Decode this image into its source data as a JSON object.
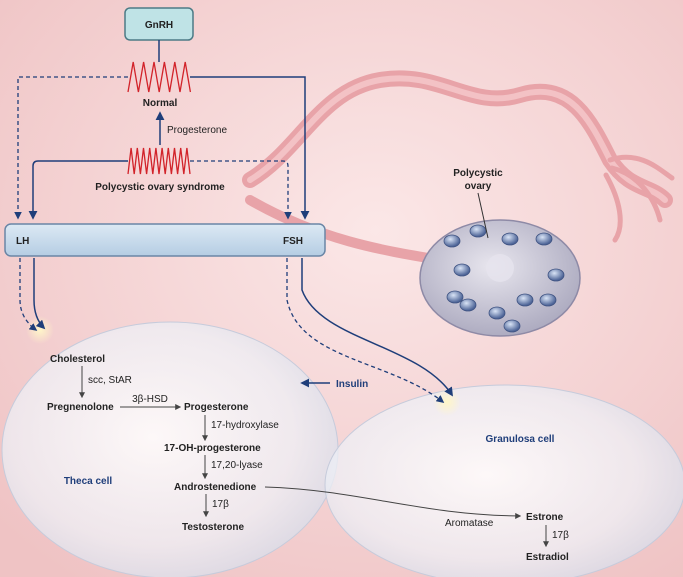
{
  "hormones": {
    "gnrh": "GnRH",
    "lh": "LH",
    "fsh": "FSH",
    "insulin": "Insulin"
  },
  "pulses": {
    "normal": "Normal",
    "progesterone": "Progesterone",
    "pcos": "Polycystic ovary syndrome"
  },
  "ovary": {
    "label_line1": "Polycystic",
    "label_line2": "ovary"
  },
  "cells": {
    "theca": "Theca cell",
    "granulosa": "Granulosa cell"
  },
  "pathway": {
    "cholesterol": "Cholesterol",
    "scc_star": "scc, StAR",
    "pregnenolone": "Pregnenolone",
    "hsd": "3β-HSD",
    "progesterone": "Progesterone",
    "hydroxylase": "17-hydroxylase",
    "oh_progesterone": "17-OH-progesterone",
    "lyase": "17,20-lyase",
    "androstenedione": "Androstenedione",
    "beta1": "17β",
    "testosterone": "Testosterone",
    "aromatase": "Aromatase",
    "estrone": "Estrone",
    "beta2": "17β",
    "estradiol": "Estradiol"
  },
  "colors": {
    "background": "#f6d6d6",
    "arrow_blue": "#1f3e7a",
    "pulse_red": "#d2232a",
    "bar_fill": "#c9dcec",
    "gnrh_fill": "#bfe3e6"
  }
}
